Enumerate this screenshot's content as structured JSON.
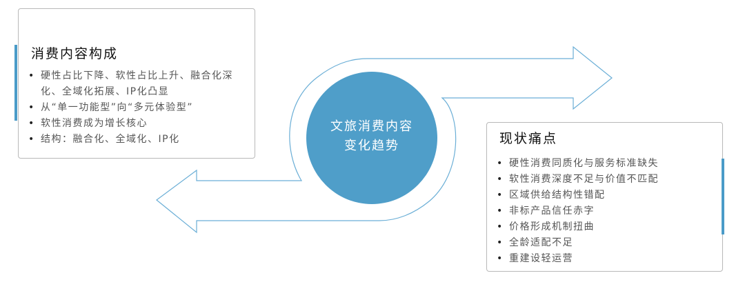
{
  "center": {
    "line1": "文旅消费内容",
    "line2": "变化趋势"
  },
  "left_box": {
    "title": "消费内容构成",
    "items": [
      "硬性占比下降、软性占比上升、融合化深化、全域化拓展、IP化凸显",
      "从“单一功能型”向“多元体验型”",
      "软性消费成为增长核心",
      "结构：融合化、全域化、IP化"
    ]
  },
  "right_box": {
    "title": "现状痛点",
    "items": [
      "硬性消费同质化与服务标准缺失",
      "软性消费深度不足与价值不匹配",
      "区域供给结构性错配",
      "非标产品信任赤字",
      "价格形成机制扭曲",
      "全龄适配不足",
      "重建设轻运营"
    ]
  },
  "colors": {
    "accent": "#4a9bc8",
    "outline": "#6aaed6"
  }
}
